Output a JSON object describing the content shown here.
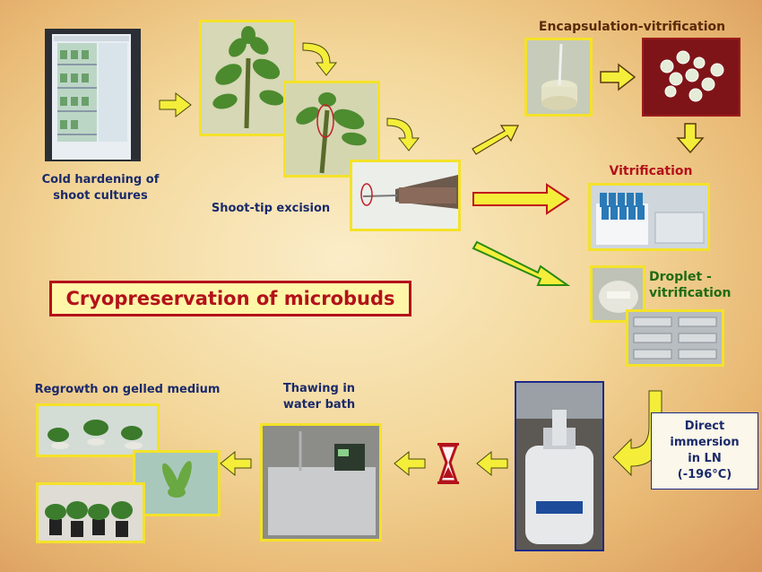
{
  "title": "Cryopreservation of microbuds",
  "labels": {
    "cold_hardening": "Cold hardening of\nshoot cultures",
    "shoot_tip": "Shoot-tip excision",
    "encapsulation": "Encapsulation-vitrification",
    "vitrification": "Vitrification",
    "droplet": "Droplet -\nvitrification",
    "direct_immersion": "Direct\nimmersion\nin LN\n(-196°C)",
    "thawing": "Thawing in\nwater bath",
    "regrowth": "Regrowth on gelled medium"
  },
  "colors": {
    "accent_red": "#b3121b",
    "label_blue": "#1a2a6a",
    "label_green": "#1f6b14",
    "arrow_yellow": "#f4ee3a"
  }
}
